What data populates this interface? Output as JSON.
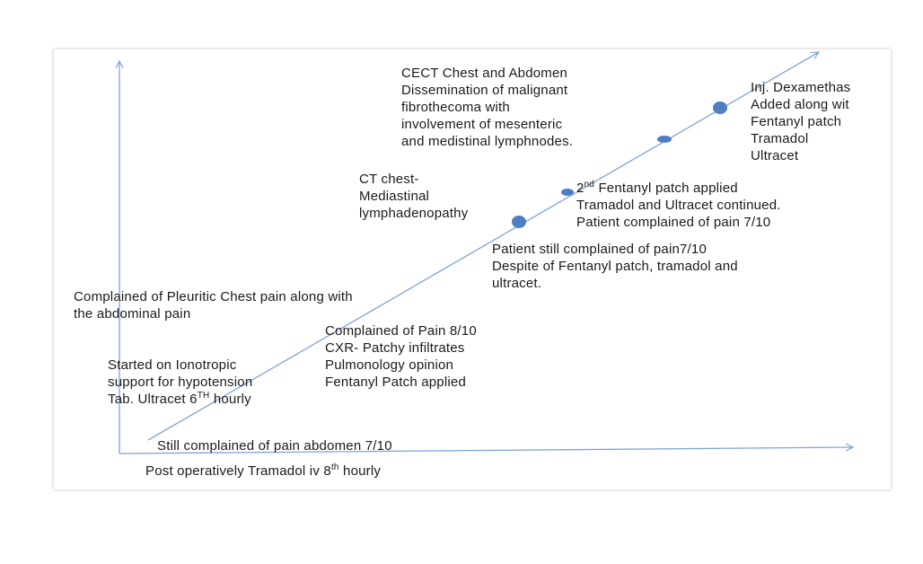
{
  "colors": {
    "axis": "#7fa3d6",
    "marker": "#4f7fc0",
    "text": "#1a1a1a"
  },
  "notes": {
    "cect": [
      "CECT Chest and Abdomen",
      "Dissemination of malignant",
      "fibrothecoma with",
      "involvement of mesenteric",
      "and medistinal lymphnodes."
    ],
    "dexa": [
      "Inj. Dexamethas",
      "Added along wit",
      "Fentanyl patch",
      "Tramadol",
      "Ultracet"
    ],
    "ct": [
      "CT chest-",
      "Mediastinal",
      "lymphadenopathy"
    ],
    "second_patch": {
      "line1_num": "2",
      "line1_sup": "nd",
      "line1_rest": " Fentanyl patch applied",
      "lines": [
        "Tramadol and Ultracet continued.",
        "Patient complained of pain 7/10"
      ]
    },
    "still_pain": [
      "Patient still complained of pain7/10",
      "Despite of Fentanyl patch, tramadol and",
      "ultracet."
    ],
    "pleuritic": [
      "Complained of Pleuritic Chest pain along with",
      "the abdominal pain"
    ],
    "pain8": [
      "Complained of Pain 8/10",
      "CXR- Patchy infiltrates",
      "Pulmonology opinion",
      "Fentanyl Patch applied"
    ],
    "ionotropic": {
      "lines": [
        "Started on Ionotropic",
        "support for hypotension"
      ],
      "line3_pre": "Tab. Ultracet 6",
      "line3_sup": "TH",
      "line3_post": " hourly"
    },
    "abdomen": "Still complained of pain abdomen 7/10",
    "postop": {
      "pre": "Post operatively Tramadol iv 8",
      "sup": "th",
      "post": " hourly"
    }
  }
}
